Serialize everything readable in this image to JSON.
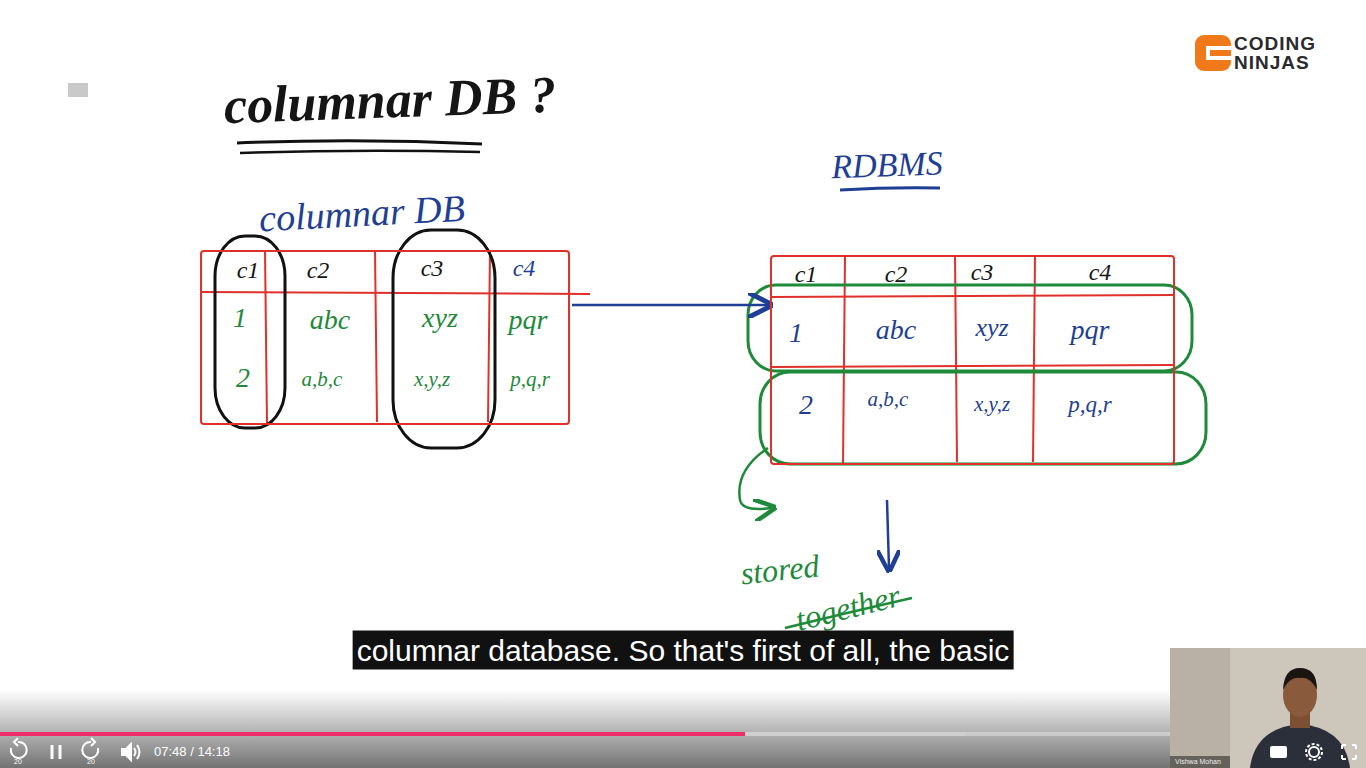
{
  "diagram": {
    "title": "columnar DB ?",
    "caption": "columnar database. So that's first of all, the basic",
    "nodes": [
      {
        "text": [
          "columnar DB"
        ]
      },
      {
        "text": [
          "RDBMS"
        ]
      }
    ],
    "edges": [
      {
        "from": 0,
        "to": 1,
        "arrow": "to"
      }
    ],
    "labels": [
      "c1",
      "c2",
      "c3",
      "c4",
      "1",
      "abc",
      "xyz",
      "pqr",
      "2",
      "a,b,c",
      "x,y,z",
      "p,q,r",
      "c1",
      "c2",
      "c3",
      "c4",
      "1",
      "abc",
      "xyz",
      "pqr",
      "2",
      "a,b,c",
      "x,y,z",
      "p,q,r",
      "stored",
      "together",
      "CODING NINJAS",
      "07:48 / 14:18",
      "20",
      "20",
      "Vishwa Mohan"
    ]
  }
}
